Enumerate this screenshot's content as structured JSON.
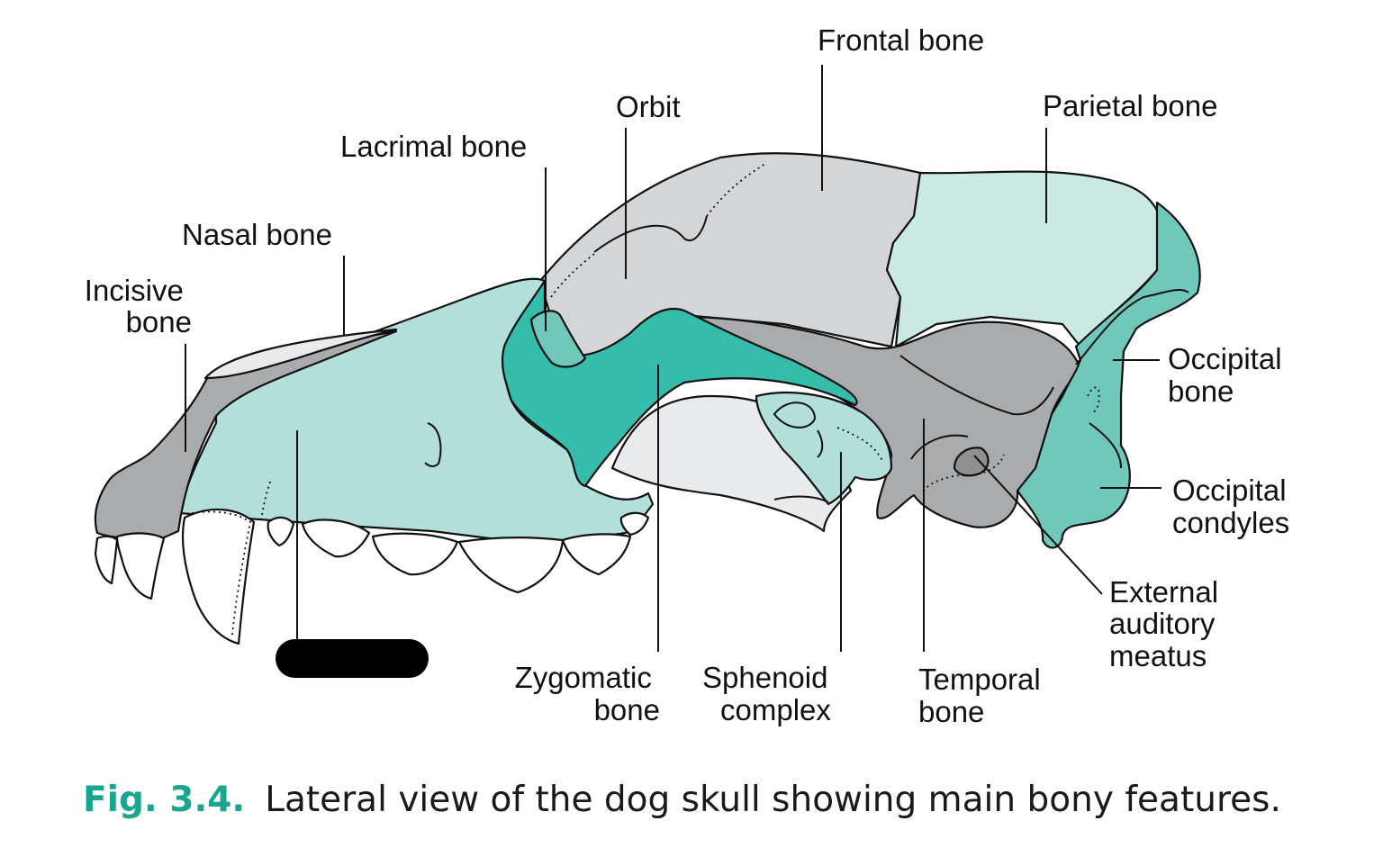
{
  "labels": {
    "frontal": "Frontal bone",
    "parietal": "Parietal bone",
    "orbit": "Orbit",
    "lacrimal": "Lacrimal bone",
    "nasal": "Nasal bone",
    "incisive": [
      "Incisive",
      "bone"
    ],
    "occipital": [
      "Occipital",
      "bone"
    ],
    "occipital_condyles": [
      "Occipital",
      "condyles"
    ],
    "external_auditory_meatus": [
      "External",
      "auditory",
      "meatus"
    ],
    "zygomatic": [
      "Zygomatic",
      "bone"
    ],
    "sphenoid": [
      "Sphenoid",
      "complex"
    ],
    "temporal": [
      "Temporal",
      "bone"
    ]
  },
  "caption": {
    "number": "Fig. 3.4.",
    "text": "Lateral view of the dog skull showing main bony features."
  },
  "colors": {
    "light_grey": "#d4d5d7",
    "mid_grey": "#a9abad",
    "dark_grey": "#8e9092",
    "pale_teal": "#b2dfd7",
    "very_pale_teal": "#cbe9e3",
    "teal": "#35bcaa",
    "mid_teal": "#6fc8ba",
    "orbit_fill": "#e9eaeb",
    "caption_accent": "#1aa58f",
    "redaction": "#000000"
  }
}
